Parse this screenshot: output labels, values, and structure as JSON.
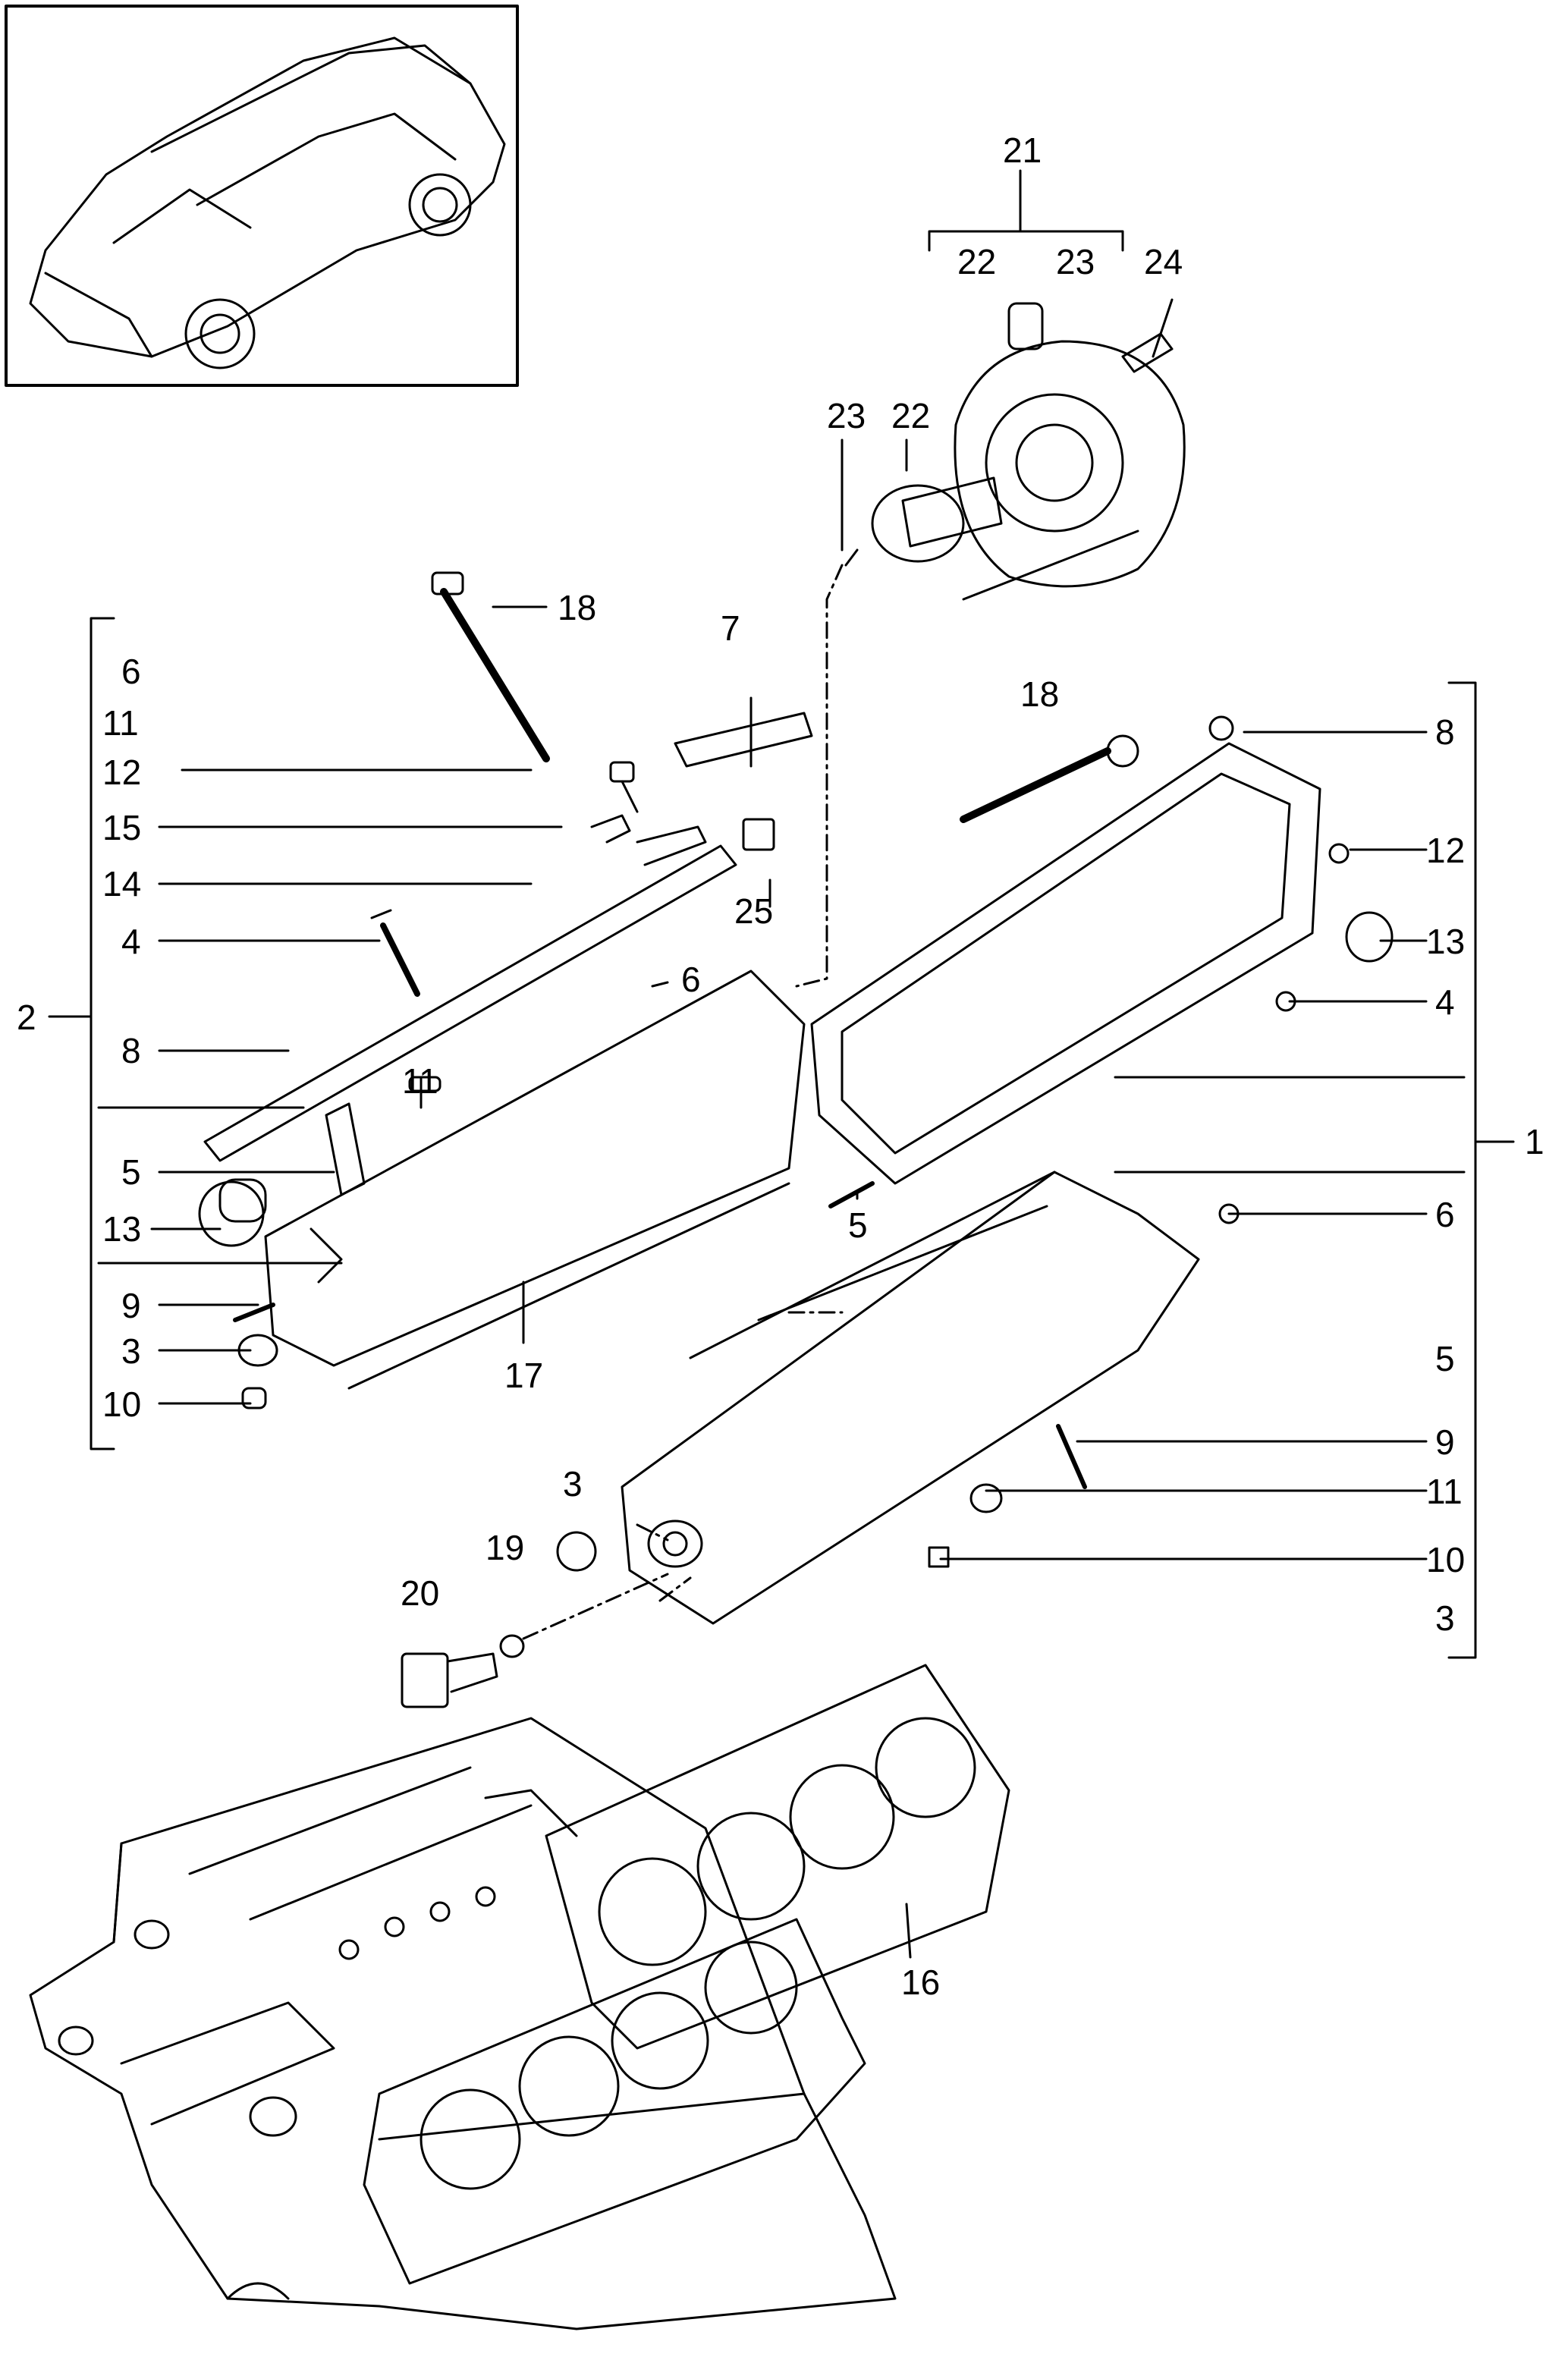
{
  "diagram": {
    "callouts": {
      "c21": "21",
      "c22a": "22",
      "c23a": "23",
      "c24": "24",
      "c23b": "23",
      "c22b": "22",
      "c18a": "18",
      "c7": "7",
      "c18b": "18",
      "l6": "6",
      "l11": "11",
      "l12": "12",
      "l15": "15",
      "l14": "14",
      "l4": "4",
      "l2": "2",
      "l8": "8",
      "l5": "5",
      "l13": "13",
      "l9": "9",
      "l3": "3",
      "l10": "10",
      "c25": "25",
      "c6mid": "6",
      "c11mid": "11",
      "c17": "17",
      "r8": "8",
      "r12": "12",
      "r13": "13",
      "r4": "4",
      "r1": "1",
      "r6": "6",
      "r5": "5",
      "r9": "9",
      "r11": "11",
      "r10": "10",
      "r3": "3",
      "c5mid": "5",
      "c3mid": "3",
      "c19": "19",
      "c20": "20",
      "c16": "16"
    }
  }
}
